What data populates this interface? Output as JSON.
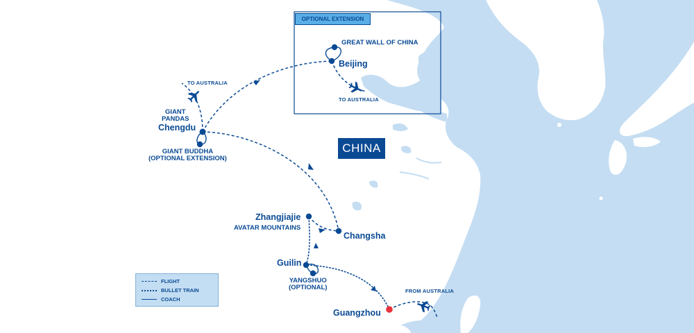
{
  "country": "CHINA",
  "inset": {
    "title": "OPTIONAL EXTENSION"
  },
  "places": {
    "great_wall": "GREAT WALL OF CHINA",
    "beijing": "Beijing",
    "to_australia_beijing": "TO AUSTRALIA",
    "to_australia_chengdu": "TO AUSTRALIA",
    "giant_pandas": "GIANT\nPANDAS",
    "chengdu": "Chengdu",
    "giant_buddha": "GIANT BUDDHA\n(OPTIONAL EXTENSION)",
    "zhangjiajie": "Zhangjiajie",
    "avatar_mountains": "AVATAR MOUNTAINS",
    "changsha": "Changsha",
    "guilin": "Guilin",
    "yangshuo": "YANGSHUO\n(OPTIONAL)",
    "guangzhou": "Guangzhou",
    "from_australia": "FROM AUSTRALIA"
  },
  "legend": [
    {
      "label": "FLIGHT",
      "style": "dashed"
    },
    {
      "label": "BULLET TRAIN",
      "style": "dotted"
    },
    {
      "label": "COACH",
      "style": "solid"
    }
  ],
  "colors": {
    "sea": "#c4ddf2",
    "land": "#ffffff",
    "route": "#0a4a94",
    "start_marker": "#e8323c",
    "inset_header": "#5aaee6",
    "legend_bg": "#c3ddf2"
  },
  "icons": [
    "plane-icon",
    "arrow-icon",
    "city-marker",
    "start-marker"
  ]
}
